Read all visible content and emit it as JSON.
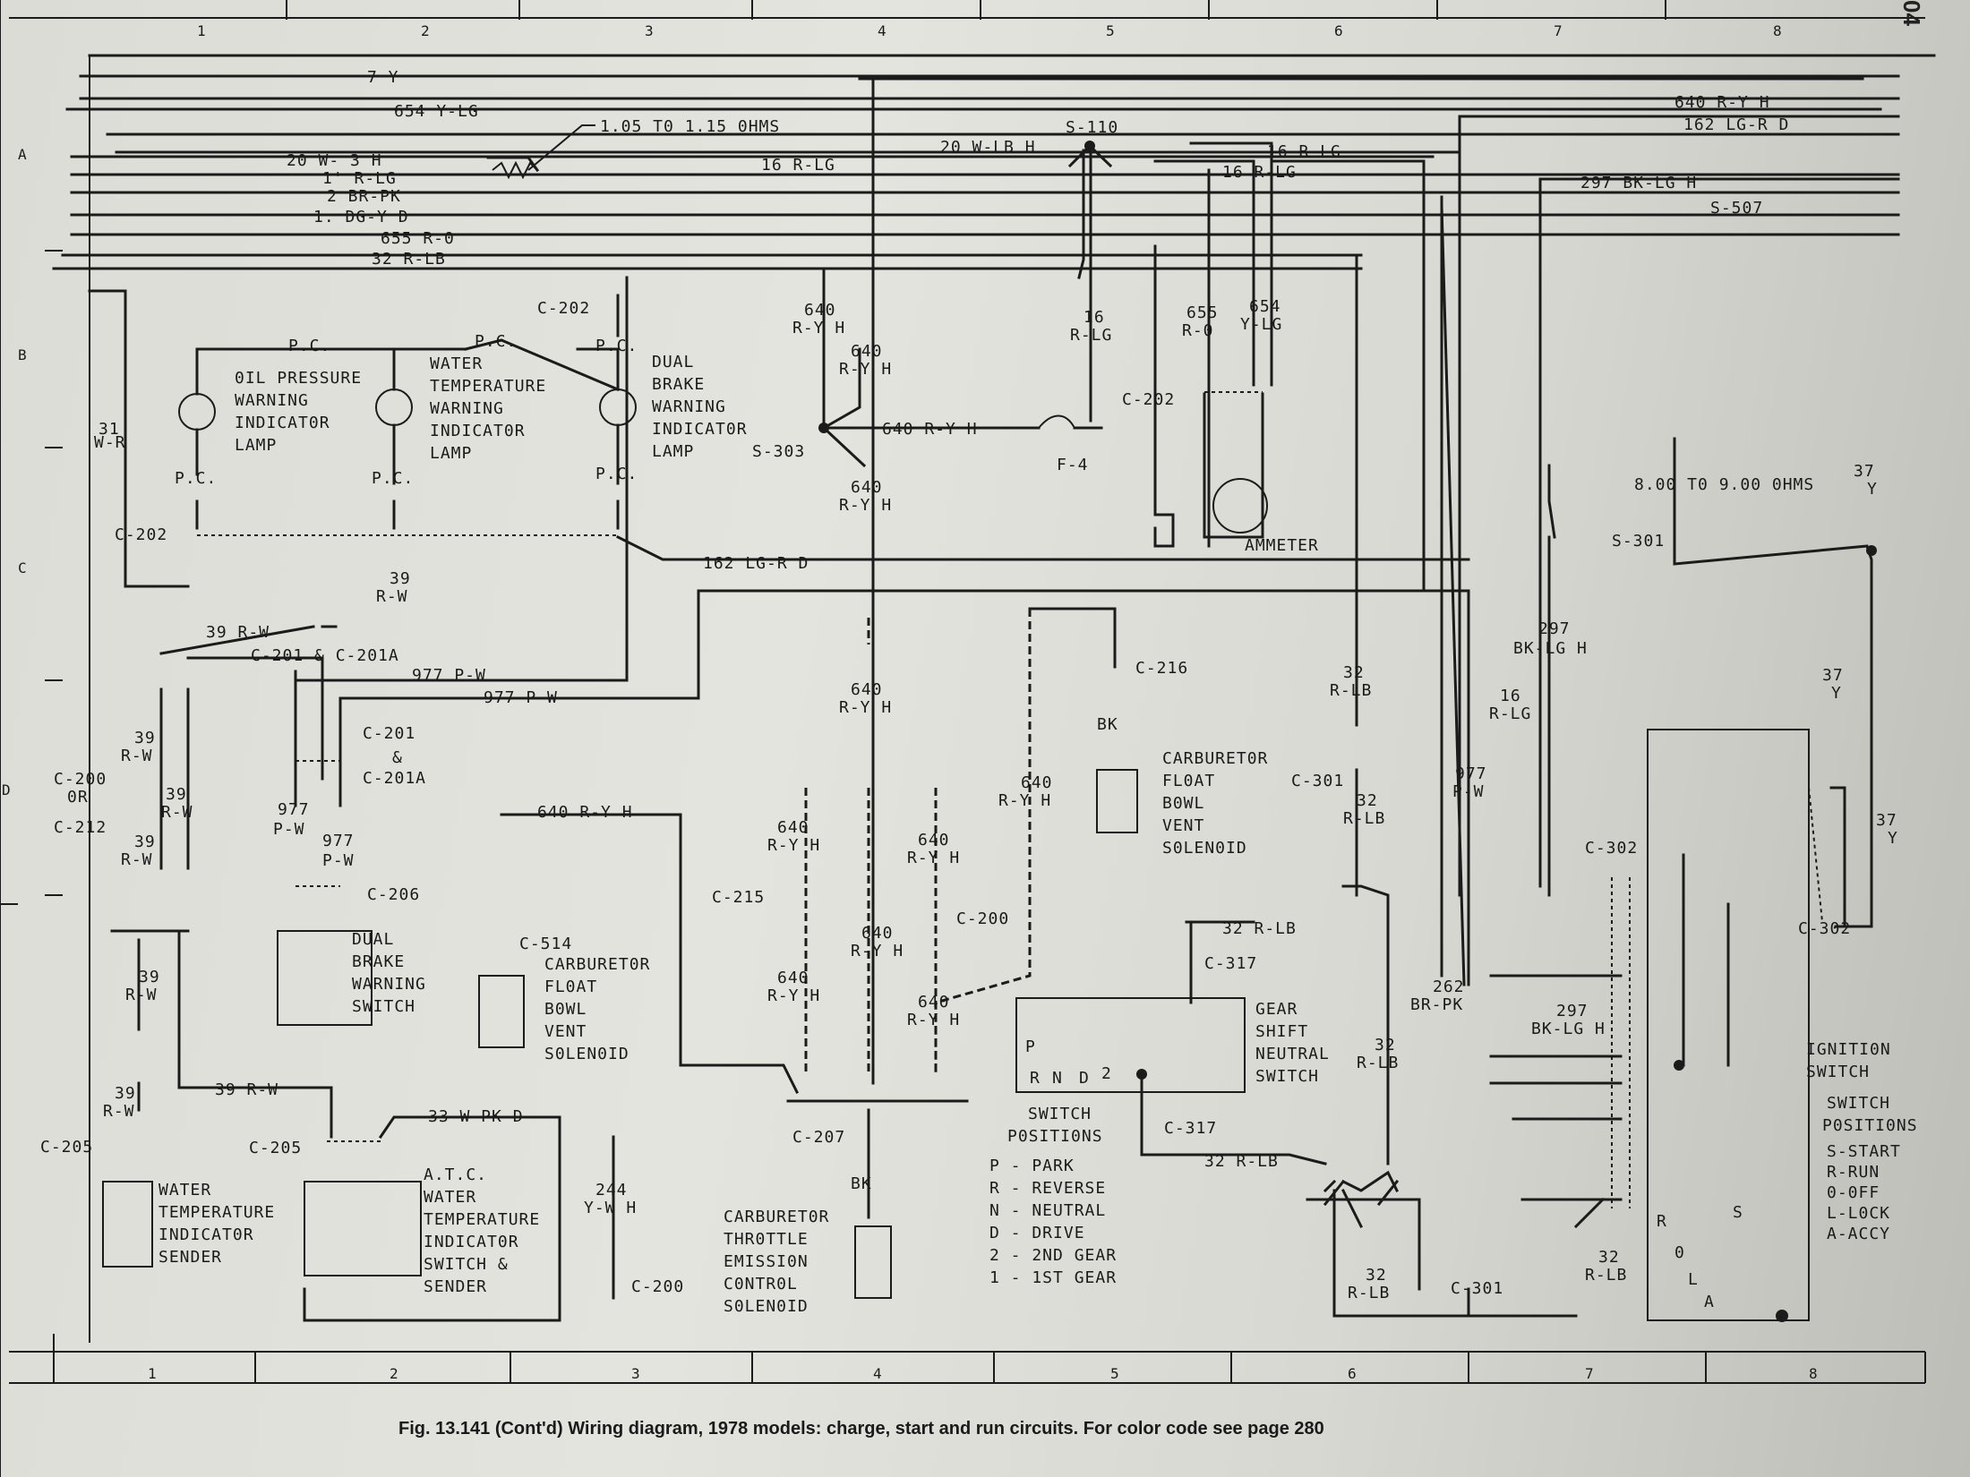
{
  "columns": [
    "1",
    "2",
    "3",
    "4",
    "5",
    "6",
    "7",
    "8"
  ],
  "rows": [
    "A",
    "B",
    "C",
    "D"
  ],
  "page_corner": "04",
  "caption": "Fig. 13.141 (Cont'd) Wiring diagram, 1978 models: charge, start and run circuits. For color code see page 280",
  "bus_wires": [
    "7 Y",
    "654 Y-LG",
    "20 W- 3 H",
    "1' R-LG",
    "2 BR-PK",
    "1. DG-Y D",
    "655 R-0",
    "32 R-LB"
  ],
  "top_labels": {
    "resistor1": "1.05 T0 1.15 0HMS",
    "w16rlg": "16 R-LG",
    "w20wlb": "20 W-LB H",
    "s110": "S-110",
    "r16a": "16 R-LG",
    "r16b": "16 R-LG",
    "w640": "640 R-Y H",
    "w162": "162 LG-R D",
    "w297": "297 BK-LG H",
    "s507": "S-507"
  },
  "lamps": {
    "oil": [
      "0IL PRESSURE",
      "WARNING",
      "INDICAT0R",
      "LAMP"
    ],
    "water": [
      "WATER",
      "TEMPERATURE",
      "WARNING",
      "INDICAT0R",
      "LAMP"
    ],
    "brake": [
      "DUAL",
      "BRAKE",
      "WARNING",
      "INDICAT0R",
      "LAMP"
    ]
  },
  "labels": {
    "pc": "P.C.",
    "c202": "C-202",
    "w31": "31",
    "w31b": "W-R",
    "s303": "S-303",
    "f4": "F-4",
    "ammeter": "AMMETER",
    "w640": "640",
    "ryh": "R-Y H",
    "w16": "16",
    "rlg": "R-LG",
    "w655": "655",
    "r0": "R-0",
    "w654": "654",
    "ylg": "Y-LG",
    "w640ryh": "640 R-Y H",
    "w162": "162 LG-R D",
    "w39": "39",
    "rw": "R-W",
    "w39rw": "39 R-W",
    "c201": "C-201 & C-201A",
    "w977": "977 P-W",
    "c201b": "C-201",
    "amp": "&",
    "c201a": "C-201A",
    "c206": "C-206",
    "c200or": "C-200",
    "or": "0R",
    "c212": "C-212",
    "w977a": "977",
    "pw": "P-W",
    "c205": "C-205",
    "w33": "33 W-PK D",
    "c514": "C-514",
    "c215": "C-215",
    "c200": "C-200",
    "c207": "C-207",
    "bk": "BK",
    "c216": "C-216",
    "w244": "244",
    "ywh": "Y-W H",
    "c301": "C-301",
    "w32": "32",
    "rlb": "R-LB",
    "w32rlb": "32 R-LB",
    "c317": "C-317",
    "c302": "C-302",
    "w262": "262",
    "brpk": "BR-PK",
    "w297": "297",
    "bklgh": "BK-LG H",
    "resistor2": "8.00 T0 9.00 0HMS",
    "s301": "S-301",
    "w37": "37",
    "y": "Y",
    "w977pw": "977",
    "pw2": "P-W"
  },
  "components": {
    "brake_switch": [
      "DUAL",
      "BRAKE",
      "WARNING",
      "SWITCH"
    ],
    "carb1": [
      "CARBURET0R",
      "FL0AT",
      "B0WL",
      "VENT",
      "S0LEN0ID"
    ],
    "carb2": [
      "CARBURET0R",
      "FL0AT",
      "B0WL",
      "VENT",
      "S0LEN0ID"
    ],
    "throttle": [
      "CARBURET0R",
      "THR0TTLE",
      "EMISSI0N",
      "C0NTR0L",
      "S0LEN0ID"
    ],
    "water_sender": [
      "WATER",
      "TEMPERATURE",
      "INDICAT0R",
      "SENDER"
    ],
    "atc": [
      "A.T.C.",
      "WATER",
      "TEMPERATURE",
      "INDICAT0R",
      "SWITCH &",
      "SENDER"
    ],
    "gear": [
      "GEAR",
      "SHIFT",
      "NEUTRAL",
      "SWITCH"
    ],
    "ignition": [
      "IGNITI0N",
      "SWITCH"
    ]
  },
  "gear_positions": {
    "title": [
      "SWITCH",
      "P0SITI0NS"
    ],
    "items": [
      "P - PARK",
      "R - REVERSE",
      "N - NEUTRAL",
      "D - DRIVE",
      "2 - 2ND GEAR",
      "1 - 1ST GEAR"
    ],
    "letters": [
      "P",
      "R",
      "N",
      "D",
      "2"
    ]
  },
  "ignition_positions": {
    "title": [
      "SWITCH",
      "P0SITI0NS"
    ],
    "items": [
      "S-START",
      "R-RUN",
      "0-0FF",
      "L-L0CK",
      "A-ACCY"
    ],
    "letters": [
      "R",
      "S",
      "0",
      "L",
      "A"
    ]
  }
}
